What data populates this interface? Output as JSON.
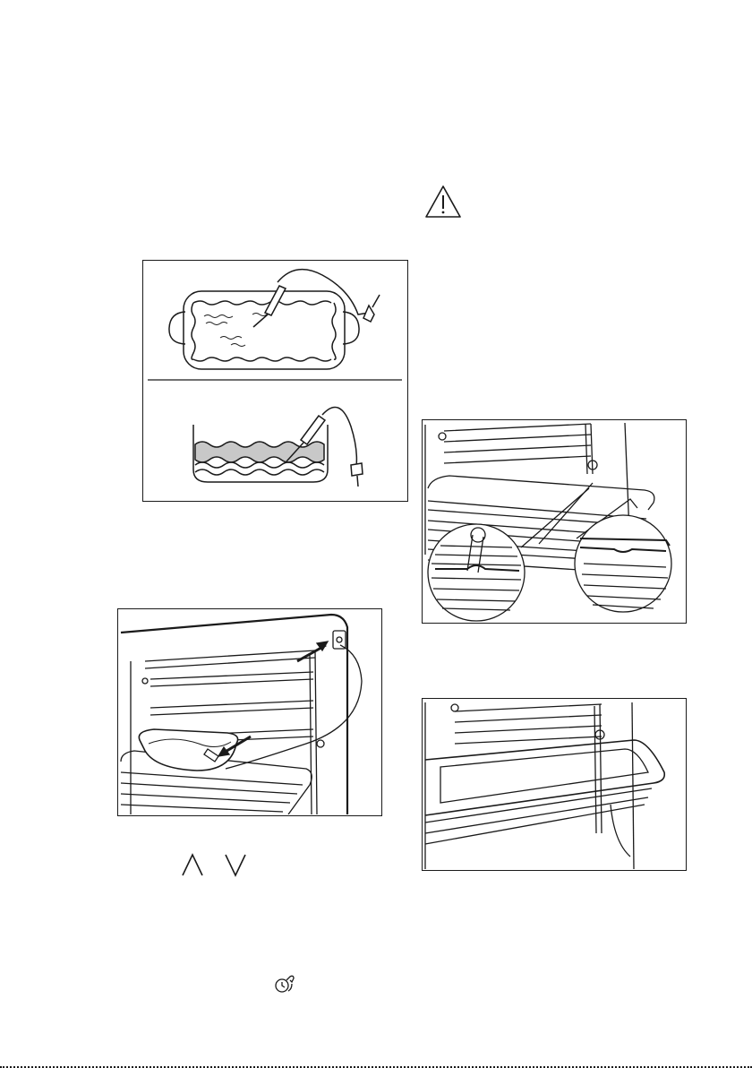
{
  "document": {
    "icons": {
      "warning": "warning-triangle-icon",
      "up": "chevron-up-icon",
      "down": "chevron-down-icon",
      "function": "probe-function-icon"
    },
    "illustrations": [
      "roasting-dish-with-probe",
      "pot-with-liquid-and-probe",
      "probe-plugged-into-oven-socket",
      "wire-shelf-indentation-detail",
      "deep-pan-on-shelf-runners"
    ]
  }
}
